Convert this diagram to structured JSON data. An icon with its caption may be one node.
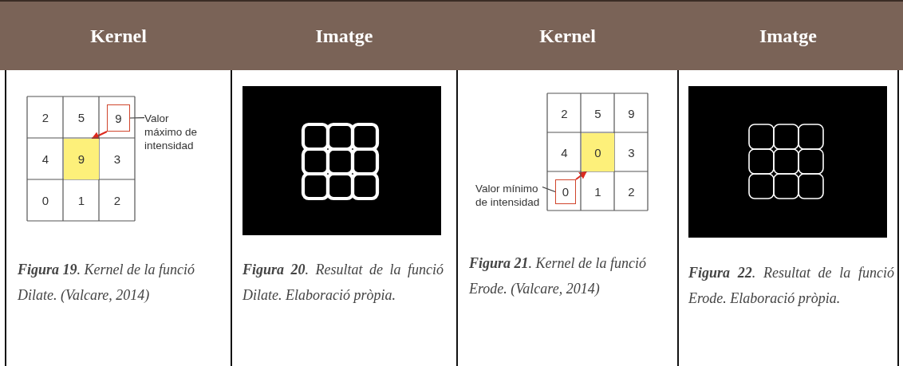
{
  "diagram": {
    "nodes": [
      {
        "text": [
          "2"
        ]
      },
      {
        "text": [
          "5"
        ]
      },
      {
        "text": [
          "9"
        ]
      },
      {
        "text": [
          "4"
        ]
      },
      {
        "text": [
          "9"
        ]
      },
      {
        "text": [
          "3"
        ]
      },
      {
        "text": [
          "0"
        ]
      },
      {
        "text": [
          "1"
        ]
      },
      {
        "text": [
          "2"
        ]
      },
      {
        "text": [
          "Valor máximo de intensidad"
        ]
      },
      {
        "text": [
          "2"
        ]
      },
      {
        "text": [
          "5"
        ]
      },
      {
        "text": [
          "9"
        ]
      },
      {
        "text": [
          "4"
        ]
      },
      {
        "text": [
          "0"
        ]
      },
      {
        "text": [
          "3"
        ]
      },
      {
        "text": [
          "0"
        ]
      },
      {
        "text": [
          "1"
        ]
      },
      {
        "text": [
          "2"
        ]
      },
      {
        "text": [
          "Valor mínimo de intensidad"
        ]
      }
    ],
    "edges": [
      {
        "from": 2,
        "to": 4,
        "arrow": "to",
        "color": "#dc2a1e"
      },
      {
        "from": 9,
        "to": 2,
        "arrow": "none",
        "color": "#333333"
      },
      {
        "from": 16,
        "to": 14,
        "arrow": "to",
        "color": "#dc2a1e"
      },
      {
        "from": 19,
        "to": 16,
        "arrow": "none",
        "color": "#333333"
      }
    ],
    "labels": [
      "Kernel",
      "Imatge",
      "Kernel",
      "Imatge",
      "**Figura 19**. Kernel de la funció Dilate. (Valcare, 2014)",
      "**Figura 20**. Resultat de la funció Dilate. Elaboració pròpia.",
      "**Figura 21**. Kernel de la funció Erode. (Valcare, 2014)",
      "**Figura 22**. Resultat de la funció Erode. Elaboració pròpia."
    ]
  }
}
